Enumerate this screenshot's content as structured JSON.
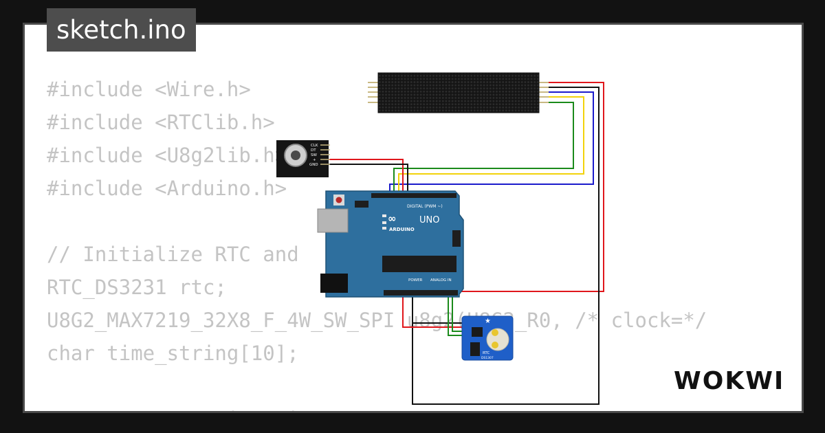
{
  "editor": {
    "tab_title": "sketch.ino",
    "code_lines": [
      "#include <Wire.h>",
      "#include <RTClib.h>",
      "#include <U8g2lib.h>",
      "#include <Arduino.h>",
      "",
      "// Initialize RTC and",
      "RTC_DS3231 rtc;",
      "U8G2_MAX7219_32X8_F_4W_SW_SPI u8g2(U8G2_R0, /* clock=*/",
      "char time_string[10];",
      "",
      "// Date + Function Dis"
    ]
  },
  "components": {
    "encoder_pins": [
      "CLK",
      "DT",
      "SW",
      "+",
      "GND"
    ],
    "uno_brand": "UNO",
    "uno_sub": "ARDUINO",
    "uno_digital": "DIGITAL (PWM ~)",
    "uno_power": "POWER",
    "uno_analog": "ANALOG IN",
    "rtc_label": "RTC",
    "rtc_model": "DS1307"
  },
  "brand": {
    "logo": "WOKWI"
  },
  "colors": {
    "background": "#121212",
    "card": "#ffffff",
    "tab": "#4d4d4d",
    "code": "#c4c4c4",
    "uno_board": "#2e6f9e",
    "rtc_board": "#1f5fc8",
    "wire_red": "#e0161b",
    "wire_black": "#111111",
    "wire_blue": "#1a1acb",
    "wire_yellow": "#f2d20a",
    "wire_green": "#1a8a1a"
  }
}
